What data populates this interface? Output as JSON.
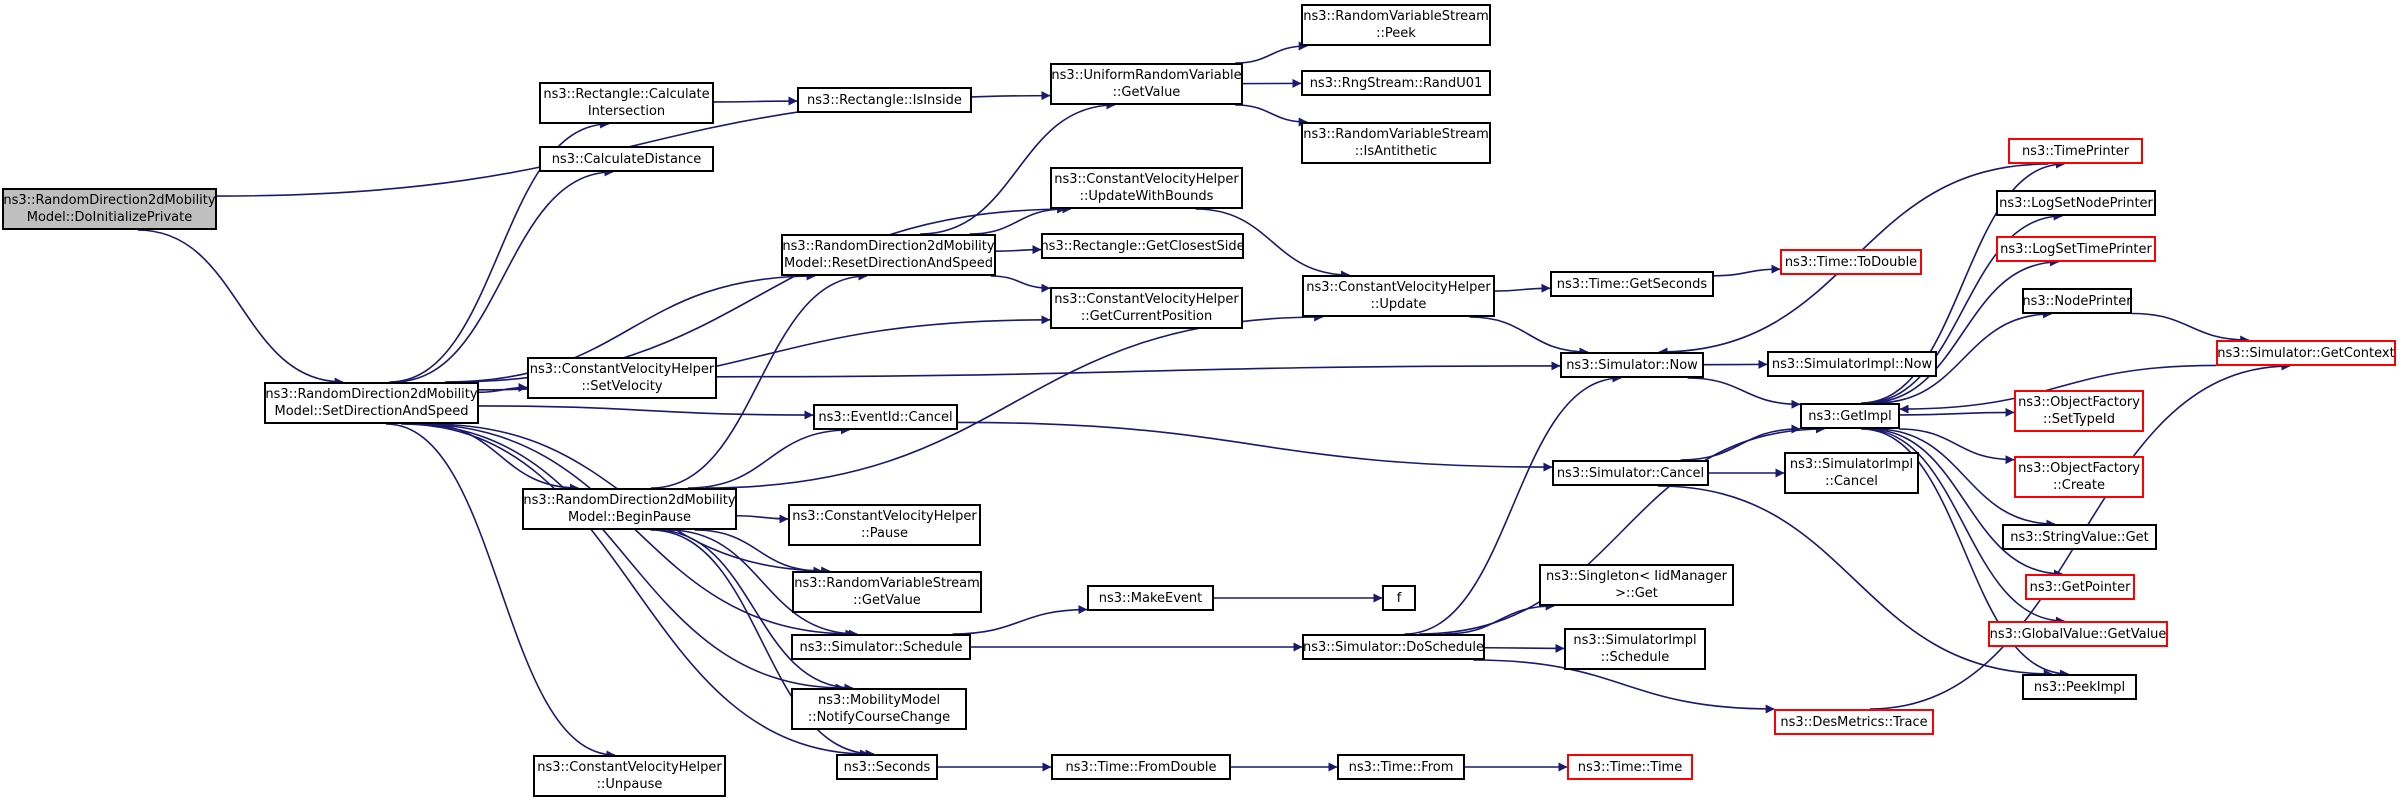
{
  "nodes": [
    {
      "id": "root",
      "lines": [
        "ns3::RandomDirection2dMobility",
        "Model::DoInitializePrivate"
      ],
      "style": "root"
    },
    {
      "id": "setdir",
      "lines": [
        "ns3::RandomDirection2dMobility",
        "Model::SetDirectionAndSpeed"
      ],
      "style": "normal"
    },
    {
      "id": "rectcalc",
      "lines": [
        "ns3::Rectangle::Calculate",
        "Intersection"
      ],
      "style": "normal"
    },
    {
      "id": "rectinside",
      "lines": [
        "ns3::Rectangle::IsInside"
      ],
      "style": "normal"
    },
    {
      "id": "calcdist",
      "lines": [
        "ns3::CalculateDistance"
      ],
      "style": "normal"
    },
    {
      "id": "urvget",
      "lines": [
        "ns3::UniformRandomVariable",
        "::GetValue"
      ],
      "style": "normal"
    },
    {
      "id": "rvspeek",
      "lines": [
        "ns3::RandomVariableStream",
        "::Peek"
      ],
      "style": "normal"
    },
    {
      "id": "rngu01",
      "lines": [
        "ns3::RngStream::RandU01"
      ],
      "style": "normal"
    },
    {
      "id": "rvsanti",
      "lines": [
        "ns3::RandomVariableStream",
        "::IsAntithetic"
      ],
      "style": "normal"
    },
    {
      "id": "cvhubounds",
      "lines": [
        "ns3::ConstantVelocityHelper",
        "::UpdateWithBounds"
      ],
      "style": "normal"
    },
    {
      "id": "resetdir",
      "lines": [
        "ns3::RandomDirection2dMobility",
        "Model::ResetDirectionAndSpeed"
      ],
      "style": "normal"
    },
    {
      "id": "rectclosest",
      "lines": [
        "ns3::Rectangle::GetClosestSide"
      ],
      "style": "normal"
    },
    {
      "id": "cvhgetpos",
      "lines": [
        "ns3::ConstantVelocityHelper",
        "::GetCurrentPosition"
      ],
      "style": "normal"
    },
    {
      "id": "cvhupdate",
      "lines": [
        "ns3::ConstantVelocityHelper",
        "::Update"
      ],
      "style": "normal"
    },
    {
      "id": "timegetsec",
      "lines": [
        "ns3::Time::GetSeconds"
      ],
      "style": "normal"
    },
    {
      "id": "timetodouble",
      "lines": [
        "ns3::Time::ToDouble"
      ],
      "style": "red"
    },
    {
      "id": "cvhsetvel",
      "lines": [
        "ns3::ConstantVelocityHelper",
        "::SetVelocity"
      ],
      "style": "normal"
    },
    {
      "id": "simnow",
      "lines": [
        "ns3::Simulator::Now"
      ],
      "style": "normal"
    },
    {
      "id": "simimplnow",
      "lines": [
        "ns3::SimulatorImpl::Now"
      ],
      "style": "normal"
    },
    {
      "id": "eventcancel",
      "lines": [
        "ns3::EventId::Cancel"
      ],
      "style": "normal"
    },
    {
      "id": "getimpl",
      "lines": [
        "ns3::GetImpl"
      ],
      "style": "normal"
    },
    {
      "id": "begpause",
      "lines": [
        "ns3::RandomDirection2dMobility",
        "Model::BeginPause"
      ],
      "style": "normal"
    },
    {
      "id": "simcancel",
      "lines": [
        "ns3::Simulator::Cancel"
      ],
      "style": "normal"
    },
    {
      "id": "simimplcancel",
      "lines": [
        "ns3::SimulatorImpl",
        "::Cancel"
      ],
      "style": "normal"
    },
    {
      "id": "cvhpause",
      "lines": [
        "ns3::ConstantVelocityHelper",
        "::Pause"
      ],
      "style": "normal"
    },
    {
      "id": "rvsget",
      "lines": [
        "ns3::RandomVariableStream",
        "::GetValue"
      ],
      "style": "normal"
    },
    {
      "id": "makeevent",
      "lines": [
        "ns3::MakeEvent"
      ],
      "style": "normal"
    },
    {
      "id": "f",
      "lines": [
        "f"
      ],
      "style": "normal"
    },
    {
      "id": "simsched",
      "lines": [
        "ns3::Simulator::Schedule"
      ],
      "style": "normal"
    },
    {
      "id": "simdosched",
      "lines": [
        "ns3::Simulator::DoSchedule"
      ],
      "style": "normal"
    },
    {
      "id": "singleton",
      "lines": [
        "ns3::Singleton< IidManager",
        ">::Get"
      ],
      "style": "normal"
    },
    {
      "id": "simimplsched",
      "lines": [
        "ns3::SimulatorImpl",
        "::Schedule"
      ],
      "style": "normal"
    },
    {
      "id": "mobnotify",
      "lines": [
        "ns3::MobilityModel",
        "::NotifyCourseChange"
      ],
      "style": "normal"
    },
    {
      "id": "desmetrics",
      "lines": [
        "ns3::DesMetrics::Trace"
      ],
      "style": "red"
    },
    {
      "id": "seconds",
      "lines": [
        "ns3::Seconds"
      ],
      "style": "normal"
    },
    {
      "id": "timefromdouble",
      "lines": [
        "ns3::Time::FromDouble"
      ],
      "style": "normal"
    },
    {
      "id": "timefrom",
      "lines": [
        "ns3::Time::From"
      ],
      "style": "normal"
    },
    {
      "id": "timetime",
      "lines": [
        "ns3::Time::Time"
      ],
      "style": "red"
    },
    {
      "id": "cvhunpause",
      "lines": [
        "ns3::ConstantVelocityHelper",
        "::Unpause"
      ],
      "style": "normal"
    },
    {
      "id": "timeprinter",
      "lines": [
        "ns3::TimePrinter"
      ],
      "style": "red"
    },
    {
      "id": "logsetnode",
      "lines": [
        "ns3::LogSetNodePrinter"
      ],
      "style": "normal"
    },
    {
      "id": "logsettime",
      "lines": [
        "ns3::LogSetTimePrinter"
      ],
      "style": "red"
    },
    {
      "id": "nodeprinter",
      "lines": [
        "ns3::NodePrinter"
      ],
      "style": "normal"
    },
    {
      "id": "simgetctx",
      "lines": [
        "ns3::Simulator::GetContext"
      ],
      "style": "red"
    },
    {
      "id": "ofsettype",
      "lines": [
        "ns3::ObjectFactory",
        "::SetTypeId"
      ],
      "style": "red"
    },
    {
      "id": "ofcreate",
      "lines": [
        "ns3::ObjectFactory",
        "::Create"
      ],
      "style": "red"
    },
    {
      "id": "strvalget",
      "lines": [
        "ns3::StringValue::Get"
      ],
      "style": "normal"
    },
    {
      "id": "getpointer",
      "lines": [
        "ns3::GetPointer"
      ],
      "style": "red"
    },
    {
      "id": "globalval",
      "lines": [
        "ns3::GlobalValue::GetValue"
      ],
      "style": "red"
    },
    {
      "id": "peekimpl",
      "lines": [
        "ns3::PeekImpl"
      ],
      "style": "normal"
    }
  ],
  "edges": [
    [
      "root",
      "setdir"
    ],
    [
      "root",
      "urvget"
    ],
    [
      "setdir",
      "rectcalc"
    ],
    [
      "setdir",
      "calcdist"
    ],
    [
      "setdir",
      "cvhubounds"
    ],
    [
      "setdir",
      "resetdir"
    ],
    [
      "setdir",
      "cvhgetpos"
    ],
    [
      "setdir",
      "cvhsetvel"
    ],
    [
      "setdir",
      "eventcancel"
    ],
    [
      "setdir",
      "begpause"
    ],
    [
      "setdir",
      "rvsget"
    ],
    [
      "setdir",
      "simsched"
    ],
    [
      "setdir",
      "mobnotify"
    ],
    [
      "setdir",
      "seconds"
    ],
    [
      "setdir",
      "cvhunpause"
    ],
    [
      "rectcalc",
      "rectinside"
    ],
    [
      "urvget",
      "rvspeek"
    ],
    [
      "urvget",
      "rngu01"
    ],
    [
      "urvget",
      "rvsanti"
    ],
    [
      "resetdir",
      "urvget"
    ],
    [
      "resetdir",
      "cvhubounds"
    ],
    [
      "resetdir",
      "rectclosest"
    ],
    [
      "resetdir",
      "cvhgetpos"
    ],
    [
      "cvhubounds",
      "cvhupdate"
    ],
    [
      "cvhupdate",
      "timegetsec"
    ],
    [
      "cvhupdate",
      "simnow"
    ],
    [
      "timegetsec",
      "timetodouble"
    ],
    [
      "cvhsetvel",
      "simnow"
    ],
    [
      "simnow",
      "simimplnow"
    ],
    [
      "simnow",
      "getimpl"
    ],
    [
      "eventcancel",
      "simcancel"
    ],
    [
      "begpause",
      "resetdir"
    ],
    [
      "begpause",
      "cvhupdate"
    ],
    [
      "begpause",
      "eventcancel"
    ],
    [
      "begpause",
      "cvhpause"
    ],
    [
      "begpause",
      "rvsget"
    ],
    [
      "begpause",
      "simsched"
    ],
    [
      "begpause",
      "mobnotify"
    ],
    [
      "begpause",
      "seconds"
    ],
    [
      "simcancel",
      "getimpl"
    ],
    [
      "simcancel",
      "simimplcancel"
    ],
    [
      "simcancel",
      "peekimpl"
    ],
    [
      "simsched",
      "makeevent"
    ],
    [
      "simsched",
      "simdosched"
    ],
    [
      "makeevent",
      "f"
    ],
    [
      "simdosched",
      "simnow"
    ],
    [
      "simdosched",
      "getimpl"
    ],
    [
      "simdosched",
      "singleton"
    ],
    [
      "simdosched",
      "simimplsched"
    ],
    [
      "simdosched",
      "desmetrics"
    ],
    [
      "seconds",
      "timefromdouble"
    ],
    [
      "timefromdouble",
      "timefrom"
    ],
    [
      "timefrom",
      "timetime"
    ],
    [
      "timeprinter",
      "simnow"
    ],
    [
      "nodeprinter",
      "simgetctx"
    ],
    [
      "simgetctx",
      "getimpl"
    ],
    [
      "desmetrics",
      "simgetctx"
    ],
    [
      "getimpl",
      "timeprinter"
    ],
    [
      "getimpl",
      "logsetnode"
    ],
    [
      "getimpl",
      "logsettime"
    ],
    [
      "getimpl",
      "nodeprinter"
    ],
    [
      "getimpl",
      "ofsettype"
    ],
    [
      "getimpl",
      "ofcreate"
    ],
    [
      "getimpl",
      "strvalget"
    ],
    [
      "getimpl",
      "getpointer"
    ],
    [
      "getimpl",
      "globalval"
    ],
    [
      "getimpl",
      "peekimpl"
    ]
  ],
  "colors": {
    "edge": "#191970",
    "border": "#000000",
    "red_border": "#ff0000",
    "root_fill": "#bfbfbf"
  }
}
